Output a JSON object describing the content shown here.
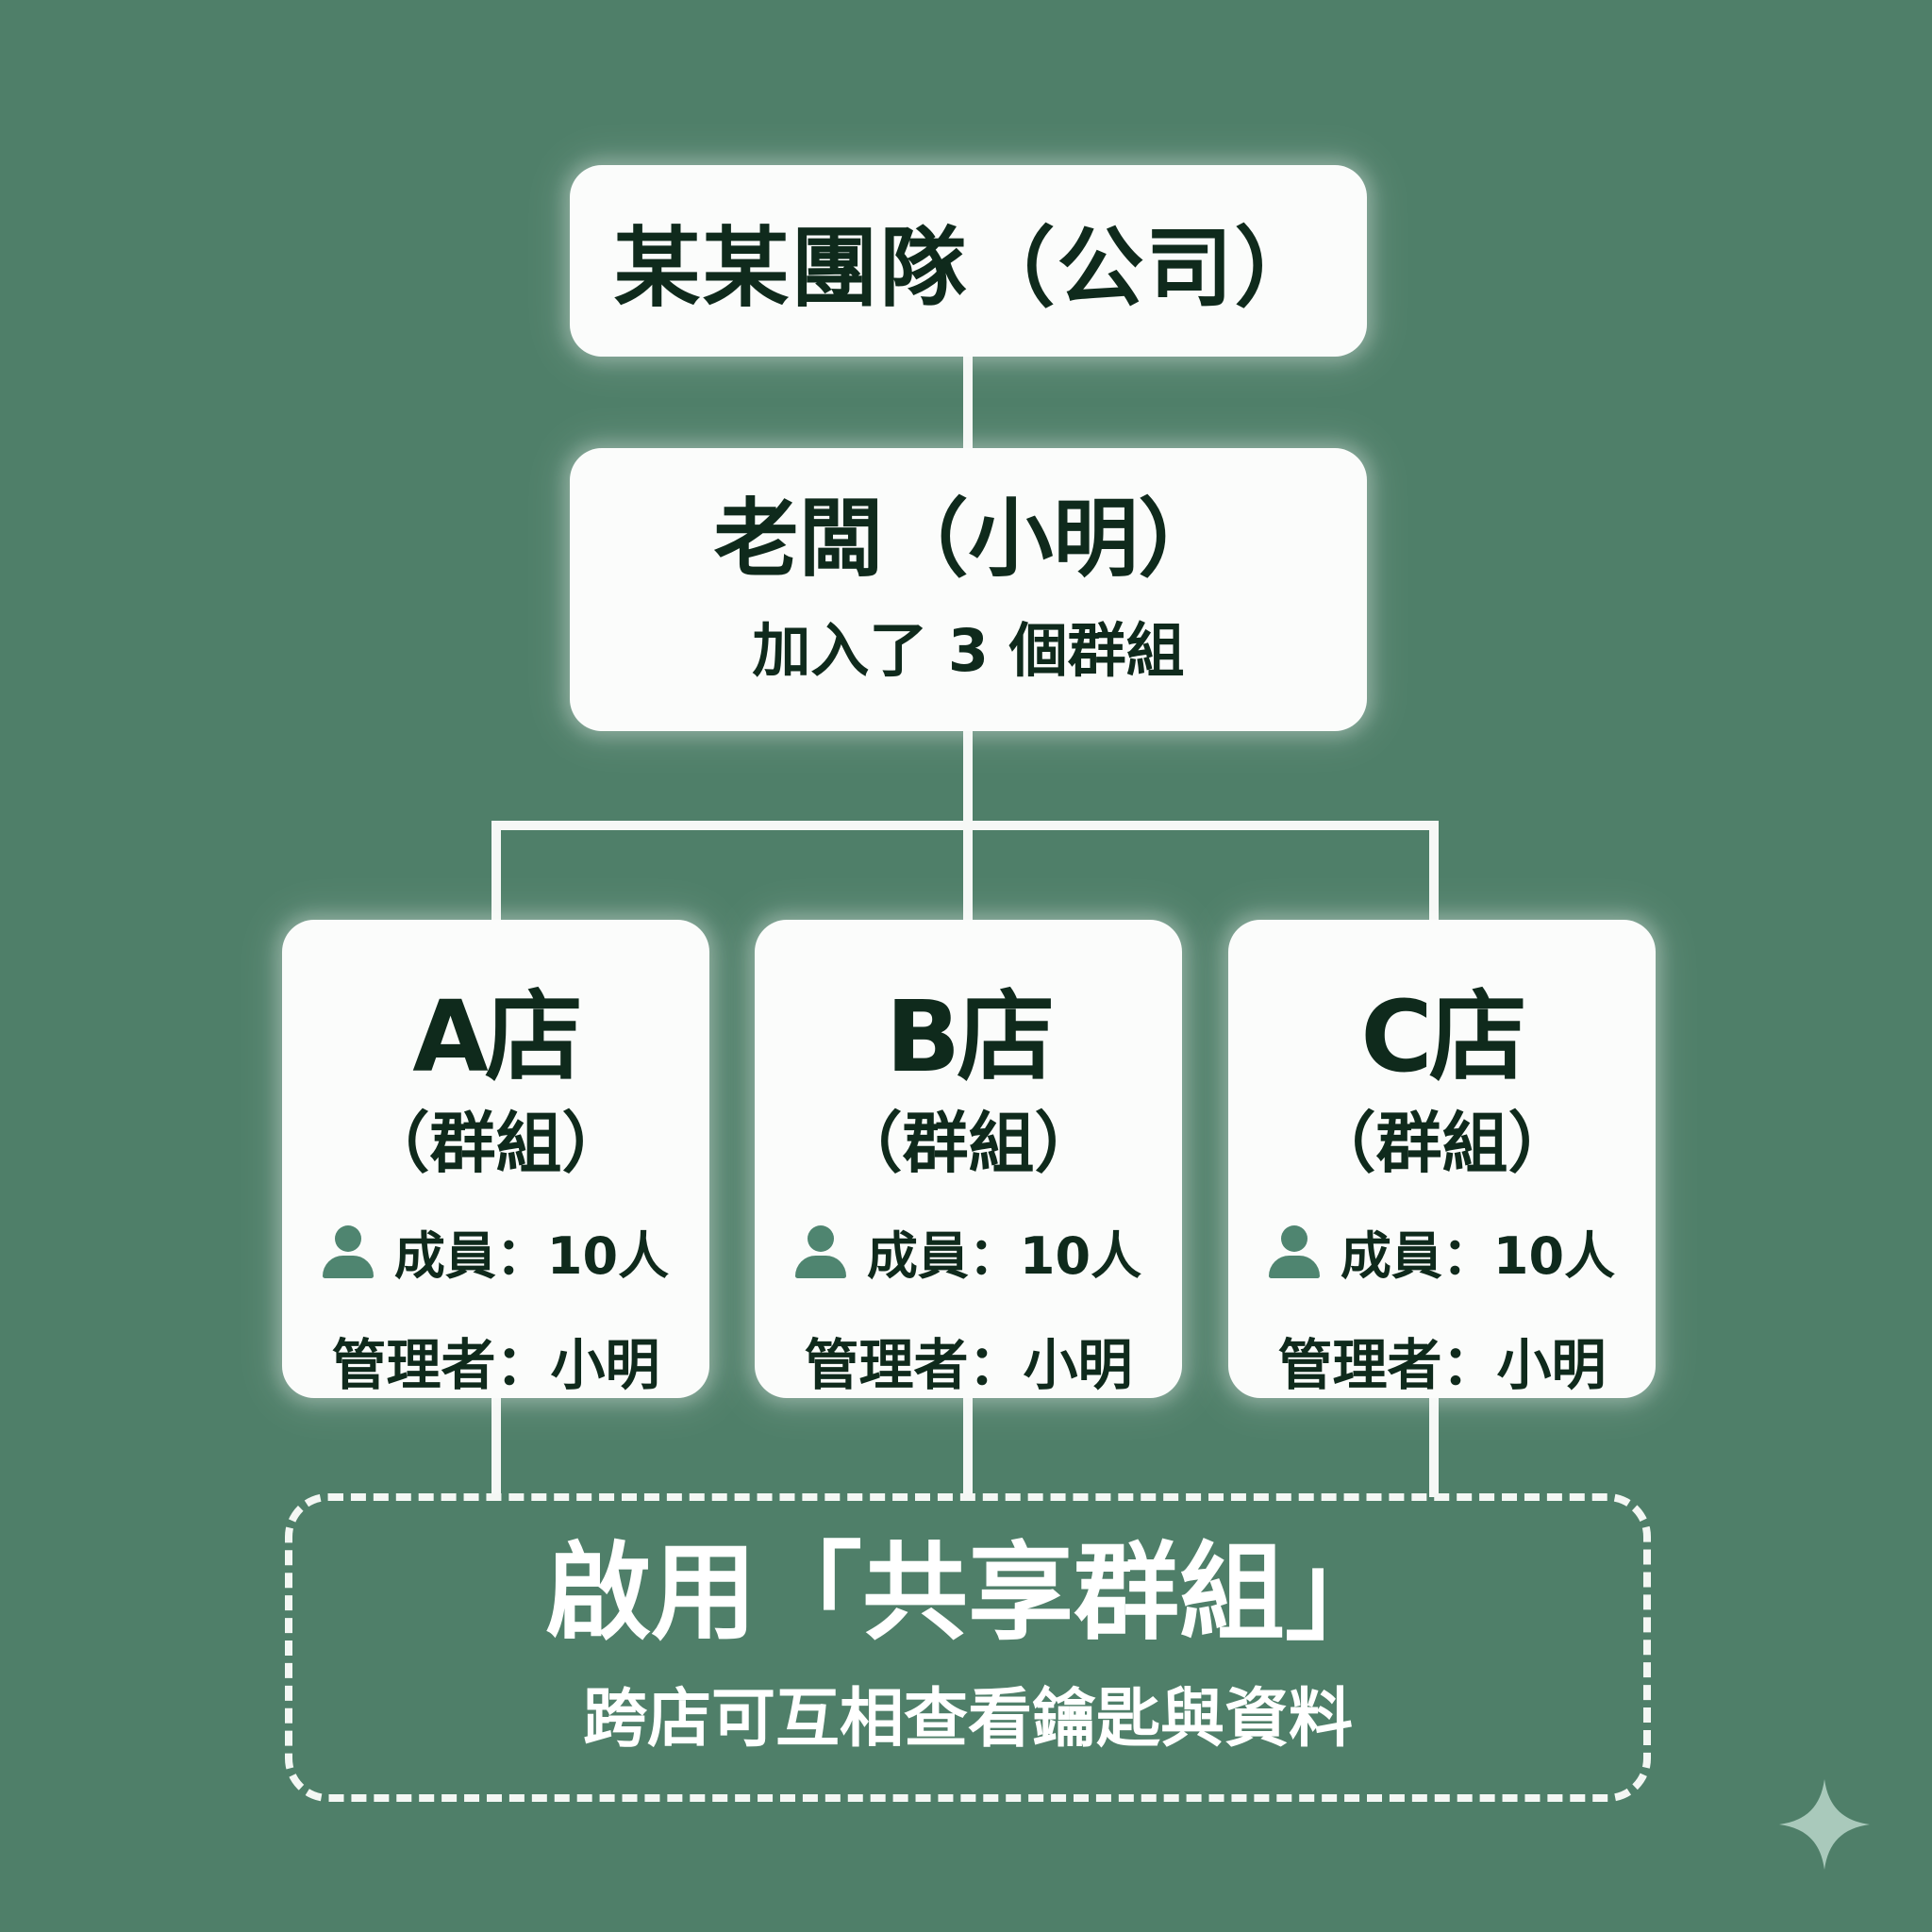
{
  "colors": {
    "background": "#4f7f69",
    "card": "#fbfcfb",
    "text_dark": "#0f2a1c",
    "icon": "#4f8570",
    "text_light": "#ffffff",
    "sparkle": "#a9c9bb"
  },
  "company": {
    "title": "某某團隊（公司）"
  },
  "boss": {
    "title": "老闆（小明）",
    "subtitle": "加入了 3 個群組"
  },
  "stores": [
    {
      "name": "A店",
      "type": "（群組）",
      "members_label": "成員：10人",
      "manager_label": "管理者：小明",
      "icon": "person-icon"
    },
    {
      "name": "B店",
      "type": "（群組）",
      "members_label": "成員：10人",
      "manager_label": "管理者：小明",
      "icon": "person-icon"
    },
    {
      "name": "C店",
      "type": "（群組）",
      "members_label": "成員：10人",
      "manager_label": "管理者：小明",
      "icon": "person-icon"
    }
  ],
  "shared_group": {
    "title": "啟用「共享群組」",
    "subtitle": "跨店可互相查看鑰匙與資料"
  },
  "watermark": {
    "icon": "sparkle-icon"
  }
}
